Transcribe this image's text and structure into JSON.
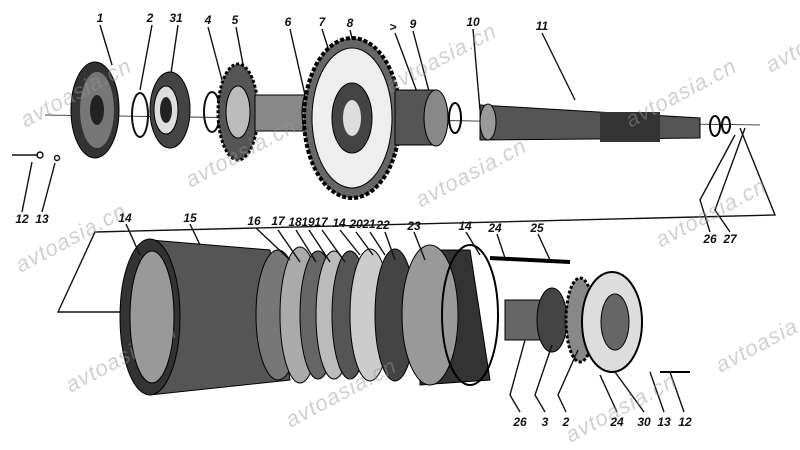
{
  "watermark": "avtoasia.cn",
  "labels_top": [
    "1",
    "2",
    "31",
    "4",
    "5",
    "6",
    "7",
    "8",
    ">",
    "9",
    "10",
    "11"
  ],
  "labels_left": [
    "12",
    "13"
  ],
  "labels_right": [
    "26",
    "27"
  ],
  "labels_middle": [
    "14",
    "15",
    "16",
    "17",
    "18",
    "19",
    "17",
    "14",
    "20",
    "21",
    "22",
    "23",
    "14",
    "24",
    "25"
  ],
  "labels_bottom": [
    "26",
    "3",
    "2",
    "24",
    "30",
    "13",
    "12"
  ]
}
